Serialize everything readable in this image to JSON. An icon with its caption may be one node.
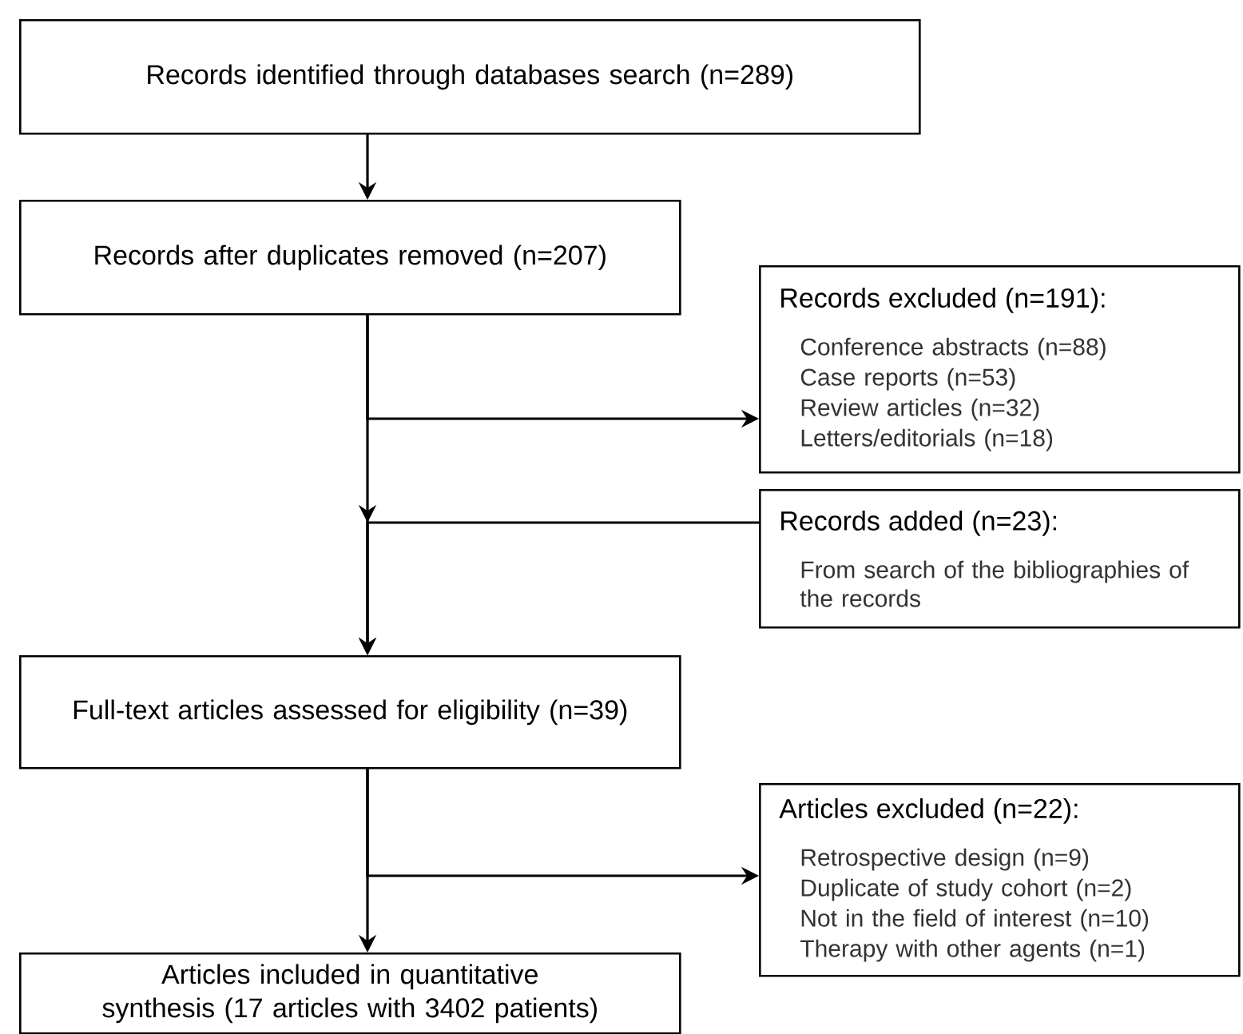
{
  "diagram": {
    "nodes": [
      {
        "text": [
          "Records identified through databases search (n=289)"
        ]
      },
      {
        "text": [
          "Records after duplicates removed (n=207)"
        ]
      },
      {
        "text": [
          "Records excluded (n=191):",
          "Conference abstracts (n=88)",
          "Case reports (n=53)",
          "Review articles (n=32)",
          "Letters/editorials (n=18)"
        ]
      },
      {
        "text": [
          "Records added (n=23):",
          "From search of the bibliographies of the records"
        ]
      },
      {
        "text": [
          "Full-text articles assessed for eligibility (n=39)"
        ]
      },
      {
        "text": [
          "Articles excluded (n=22):",
          "Retrospective design (n=9)",
          "Duplicate of study cohort (n=2)",
          "Not in the field of interest (n=10)",
          "Therapy with other agents (n=1)"
        ]
      },
      {
        "text": [
          "Articles included in quantitative synthesis (17 articles with 3402 patients)"
        ]
      }
    ],
    "edges": [
      {
        "from": 0,
        "to": 1,
        "arrow": "to"
      },
      {
        "from": 1,
        "to": 2,
        "arrow": "to"
      },
      {
        "from": 1,
        "to": 4,
        "arrow": "to"
      },
      {
        "from": 3,
        "to": 4,
        "arrow": "to"
      },
      {
        "from": 4,
        "to": 5,
        "arrow": "to"
      },
      {
        "from": 4,
        "to": 6,
        "arrow": "to"
      }
    ]
  }
}
